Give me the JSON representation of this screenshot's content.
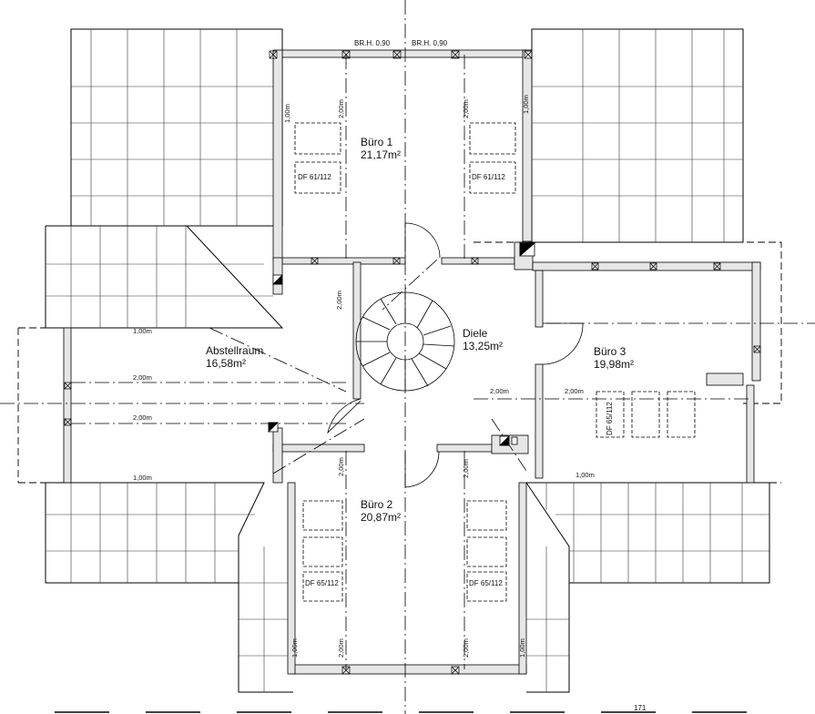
{
  "rooms": [
    {
      "key": "buero1",
      "name": "Büro 1",
      "area": "21,17m²"
    },
    {
      "key": "diele",
      "name": "Diele",
      "area": "13,25m²"
    },
    {
      "key": "buero3",
      "name": "Büro 3",
      "area": "19,98m²"
    },
    {
      "key": "abstellraum",
      "name": "Abstellraum",
      "area": "16,58m²"
    },
    {
      "key": "buero2",
      "name": "Büro 2",
      "area": "20,87m²"
    }
  ],
  "window_labels": {
    "br_left": "BR.H. 0,90",
    "br_right": "BR.H. 0,90"
  },
  "skylights": {
    "df61_left": "DF 61/112",
    "df61_right": "DF 61/112",
    "df65_b2_left": "DF 65/112",
    "df65_b2_right": "DF 65/112",
    "df65_b3": "DF 65/112"
  },
  "dimensions": {
    "d_1_00": "1,00m",
    "d_2_00": "2,00m"
  },
  "bottom_fragment": "171"
}
